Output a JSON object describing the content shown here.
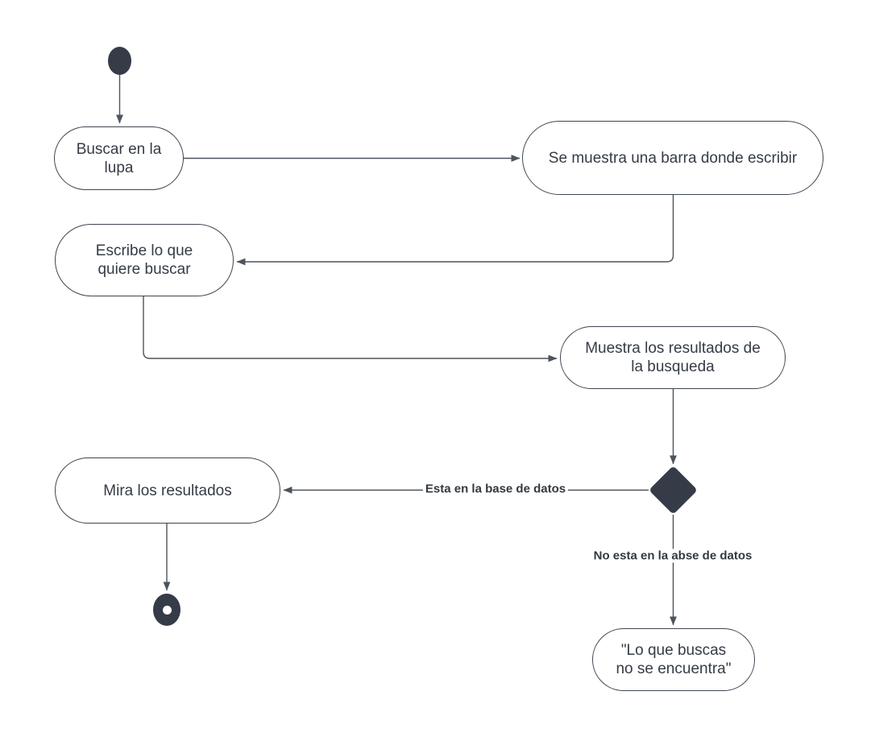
{
  "colors": {
    "bg": "#ffffff",
    "fill": "#353c47",
    "border": "#3f4651",
    "arrow": "#4d545c",
    "text": "#353c46",
    "label": "#33393f"
  },
  "nodes": {
    "start": {
      "type": "initial-node"
    },
    "buscar": {
      "label": "Buscar en la\nlupa"
    },
    "se_muestra": {
      "label": "Se muestra una barra donde escribir"
    },
    "escribe": {
      "label": "Escribe lo que\nquiere buscar"
    },
    "muestra_resultados": {
      "label": "Muestra los resultados de\nla busqueda"
    },
    "mira": {
      "label": "Mira los resultados"
    },
    "decision": {
      "type": "decision-diamond"
    },
    "no_encontrado": {
      "label": "\"Lo que buscas\nno se encuentra\""
    },
    "end": {
      "type": "final-node"
    }
  },
  "edges": {
    "esta_en_base": {
      "label": "Esta en la base de datos"
    },
    "no_esta_en_base": {
      "label": "No esta en la abse de datos"
    }
  }
}
